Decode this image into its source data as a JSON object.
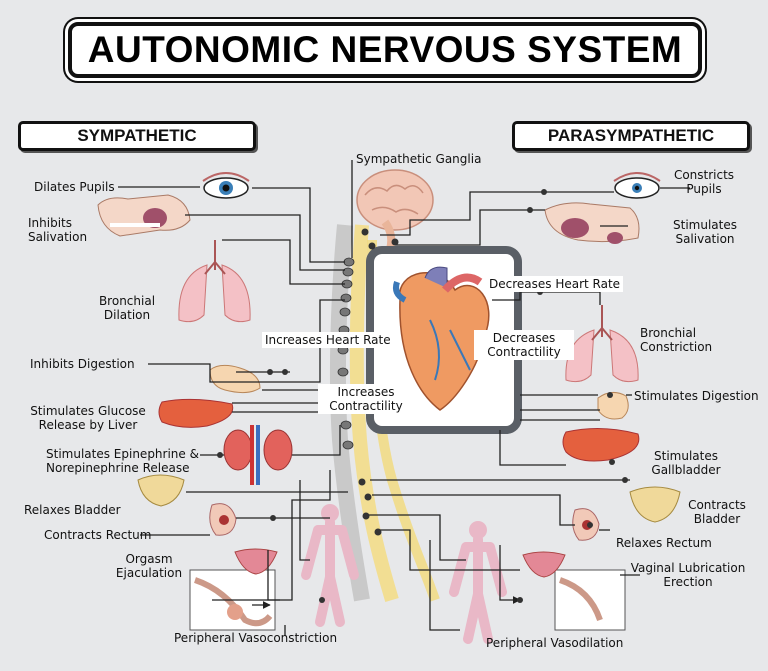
{
  "title": "AUTONOMIC NERVOUS SYSTEM",
  "sympathetic_header": "SYMPATHETIC",
  "parasympathetic_header": "PARASYMPATHETIC",
  "center": {
    "ganglia": "Sympathetic Ganglia",
    "increases_heart_rate": "Increases Heart Rate",
    "increases_contractility_1": "Increases",
    "increases_contractility_2": "Contractility",
    "decreases_heart_rate": "Decreases Heart Rate",
    "decreases_contractility_1": "Decreases",
    "decreases_contractility_2": "Contractility"
  },
  "sympathetic": {
    "dilates_pupils": "Dilates Pupils",
    "inhibits_salivation_1": "Inhibits",
    "inhibits_salivation_2": "Salivation",
    "bronchial_dilation_1": "Bronchial",
    "bronchial_dilation_2": "Dilation",
    "inhibits_digestion": "Inhibits Digestion",
    "glucose_1": "Stimulates Glucose",
    "glucose_2": "Release by Liver",
    "epinephrine_1": "Stimulates Epinephrine &",
    "epinephrine_2": "Norepinephrine Release",
    "relaxes_bladder": "Relaxes Bladder",
    "contracts_rectum": "Contracts Rectum",
    "orgasm": "Orgasm",
    "ejaculation": "Ejaculation",
    "vasoconstriction": "Peripheral Vasoconstriction"
  },
  "parasympathetic": {
    "constricts_pupils_1": "Constricts",
    "constricts_pupils_2": "Pupils",
    "stimulates_salivation_1": "Stimulates",
    "stimulates_salivation_2": "Salivation",
    "bronchial_constriction_1": "Bronchial",
    "bronchial_constriction_2": "Constriction",
    "stimulates_digestion": "Stimulates Digestion",
    "gallbladder_1": "Stimulates",
    "gallbladder_2": "Gallbladder",
    "contracts_bladder_1": "Contracts",
    "contracts_bladder_2": "Bladder",
    "relaxes_rectum": "Relaxes Rectum",
    "vaginal_1": "Vaginal Lubrication",
    "vaginal_2": "Erection",
    "vasodilation": "Peripheral Vasodilation"
  }
}
